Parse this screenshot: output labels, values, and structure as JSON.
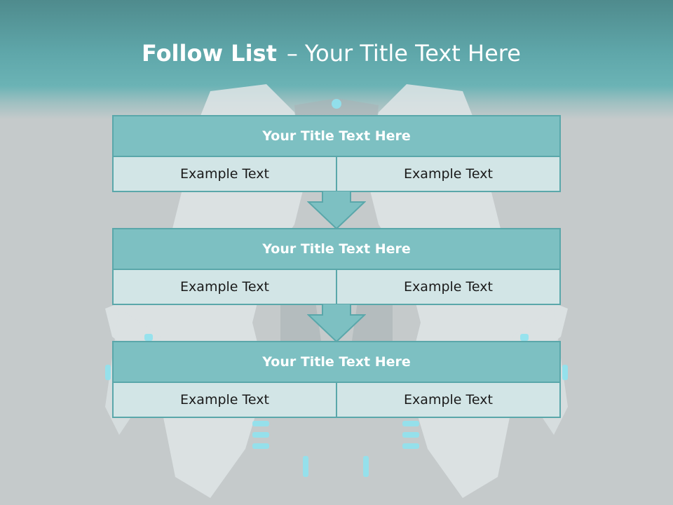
{
  "slide": {
    "title_bold": "Follow List",
    "title_dash": "–",
    "title_rest": "Your Title Text Here"
  },
  "steps": [
    {
      "title": "Your Title Text Here",
      "left": "Example Text",
      "right": "Example Text"
    },
    {
      "title": "Your Title Text Here",
      "left": "Example Text",
      "right": "Example Text"
    },
    {
      "title": "Your Title Text Here",
      "left": "Example Text",
      "right": "Example Text"
    }
  ],
  "colors": {
    "header_teal": "#5fa7aa",
    "box_head": "#7dc0c2",
    "box_cell": "#d2e5e6",
    "border": "#5aa7aa",
    "background": "#c5cacb"
  },
  "icons": {
    "connector": "down-arrow-icon"
  }
}
